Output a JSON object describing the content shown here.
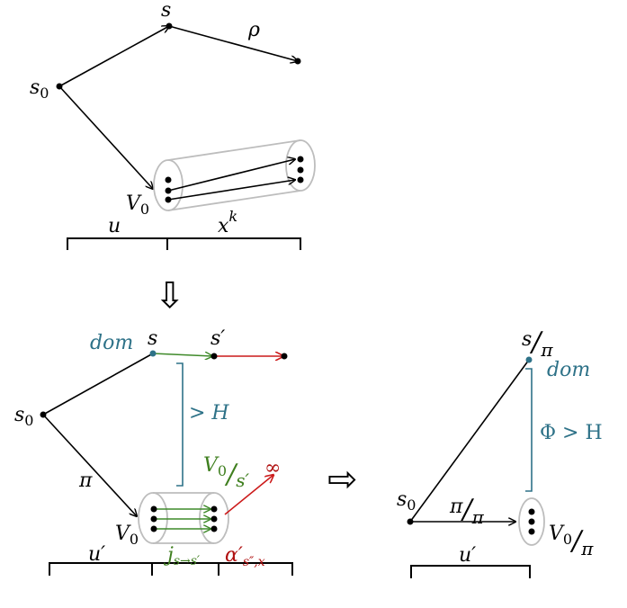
{
  "top_panel": {
    "s_label": "s",
    "rho_label": "ρ",
    "s0_label": "s",
    "s0_sub": "0",
    "v0_label": "V",
    "v0_sub": "0",
    "u_label": "u",
    "xk_label": "x",
    "xk_sup": "k"
  },
  "bottom_left_panel": {
    "dom_label": "dom",
    "s_label": "s",
    "s_prime_label": "s′",
    "s0_label": "s",
    "s0_sub": "0",
    "gt_h_label": "> H",
    "pi_label": "π",
    "v0_label": "V",
    "v0_sub": "0",
    "v0_over_s_label": "V",
    "v0_over_s_sub": "0",
    "v0_over_s_den": "s′",
    "slash": "/",
    "infinity_label": "∞",
    "u_prime_label": "u′",
    "j_label": "j",
    "j_sub": "s→s′",
    "alpha_label": "α′",
    "alpha_sub": "s″,x"
  },
  "bottom_right_panel": {
    "s_label": "s",
    "pi_den": "π",
    "dom_label": "dom",
    "phi_label": "Φ > H",
    "s0_label": "s",
    "s0_sub": "0",
    "pi_over_pi_num": "π",
    "pi_over_pi_den": "π",
    "v0_label": "V",
    "v0_sub": "0",
    "v0_den": "π",
    "slash": "/",
    "u_prime_label": "u′"
  },
  "arrows": {
    "down_arrow_icon": "⇩",
    "right_arrow_icon": "⇨"
  },
  "colors": {
    "black": "#000000",
    "teal_blue": "#2e7288",
    "green": "#3f8a2a",
    "red": "#cc1a1a",
    "cylinder_gray": "#bdbdbd"
  }
}
